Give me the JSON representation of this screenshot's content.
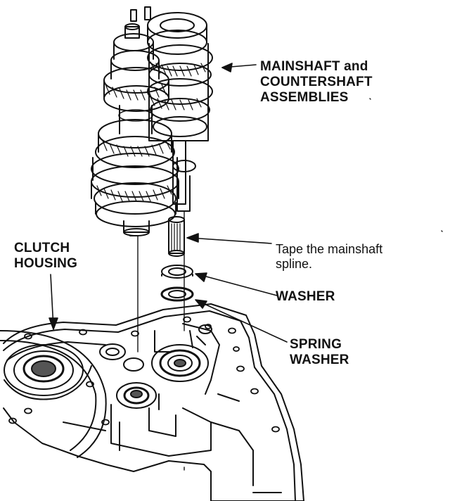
{
  "labels": {
    "assemblies": [
      "MAINSHAFT and",
      "COUNTERSHAFT",
      "ASSEMBLIES"
    ],
    "clutch_housing": [
      "CLUTCH",
      "HOUSING"
    ],
    "tape_note": [
      "Tape the mainshaft",
      "spline."
    ],
    "washer": "WASHER",
    "spring_washer": [
      "SPRING",
      "WASHER"
    ]
  },
  "colors": {
    "ink": "#111111",
    "paper": "#ffffff",
    "shade": "#555555"
  }
}
